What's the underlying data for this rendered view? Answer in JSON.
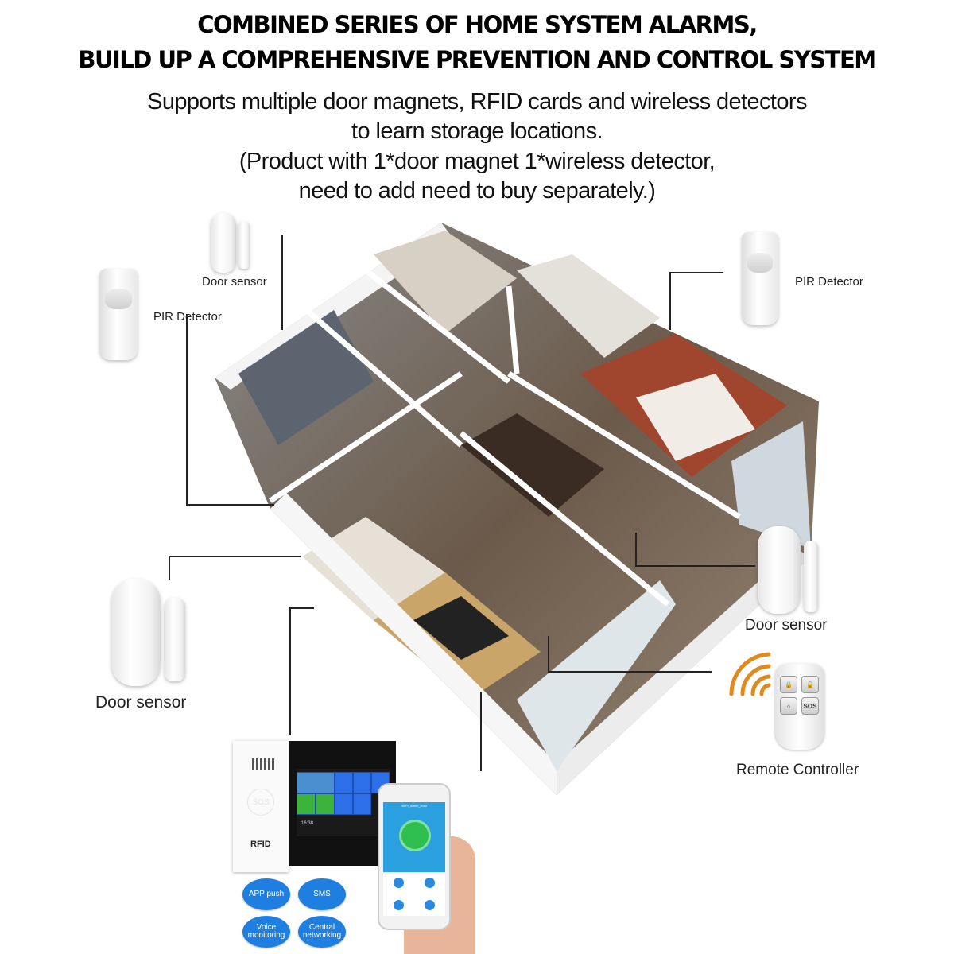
{
  "headline": {
    "line1": "COMBINED SERIES OF HOME SYSTEM ALARMS,",
    "line2": "BUILD UP A COMPREHENSIVE PREVENTION AND CONTROL SYSTEM"
  },
  "description": {
    "line1": "Supports multiple door magnets, RFID cards and wireless detectors",
    "line2": "to learn storage locations.",
    "line3": "(Product with 1*door magnet 1*wireless detector,",
    "line4": "need to add need to buy separately.)"
  },
  "labels": {
    "door_sensor_top": "Door sensor",
    "pir_left": "PIR Detector",
    "pir_right": "PIR Detector",
    "door_sensor_left": "Door sensor",
    "door_sensor_right": "Door sensor",
    "remote": "Remote Controller"
  },
  "panel": {
    "brand": "RFID",
    "time": "16:38",
    "sos": "SOS"
  },
  "phone": {
    "app_title": "WIFI_Alarm_Host"
  },
  "remote_buttons": {
    "sos": "SOS"
  },
  "features": [
    "APP push",
    "SMS",
    "Voice monitoring",
    "Central networking"
  ],
  "colors": {
    "feature_blue": "#1f7fe0",
    "signal_orange": "#e08a1e",
    "app_green": "#2fbf4f",
    "screen_blue": "#2d6fe8"
  }
}
